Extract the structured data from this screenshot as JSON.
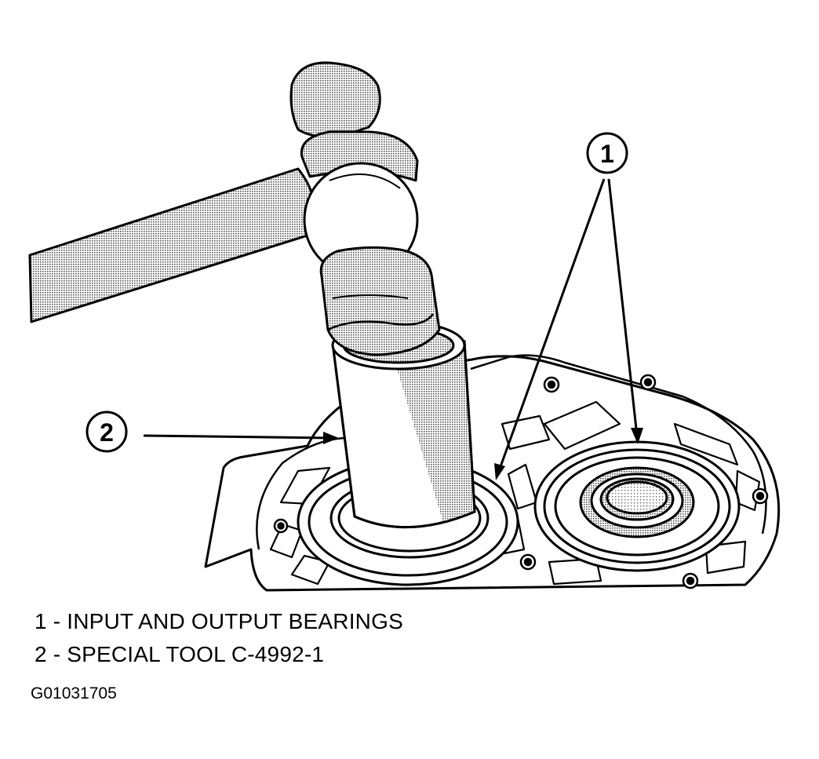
{
  "callouts": [
    {
      "number": "1",
      "label": "INPUT AND OUTPUT BEARINGS"
    },
    {
      "number": "2",
      "label": "SPECIAL TOOL C-4992-1"
    }
  ],
  "legend": {
    "item1": "1 - INPUT AND OUTPUT BEARINGS",
    "item2": "2 - SPECIAL TOOL C-4992-1"
  },
  "figure_id": "G01031705",
  "icons": [
    "ball-peen-hammer-icon",
    "bearing-installer-tool-icon",
    "transmission-case-icon",
    "bearing-icon"
  ],
  "colors": {
    "line": "#000000",
    "shade": "#bdbdbd",
    "background": "#ffffff"
  }
}
